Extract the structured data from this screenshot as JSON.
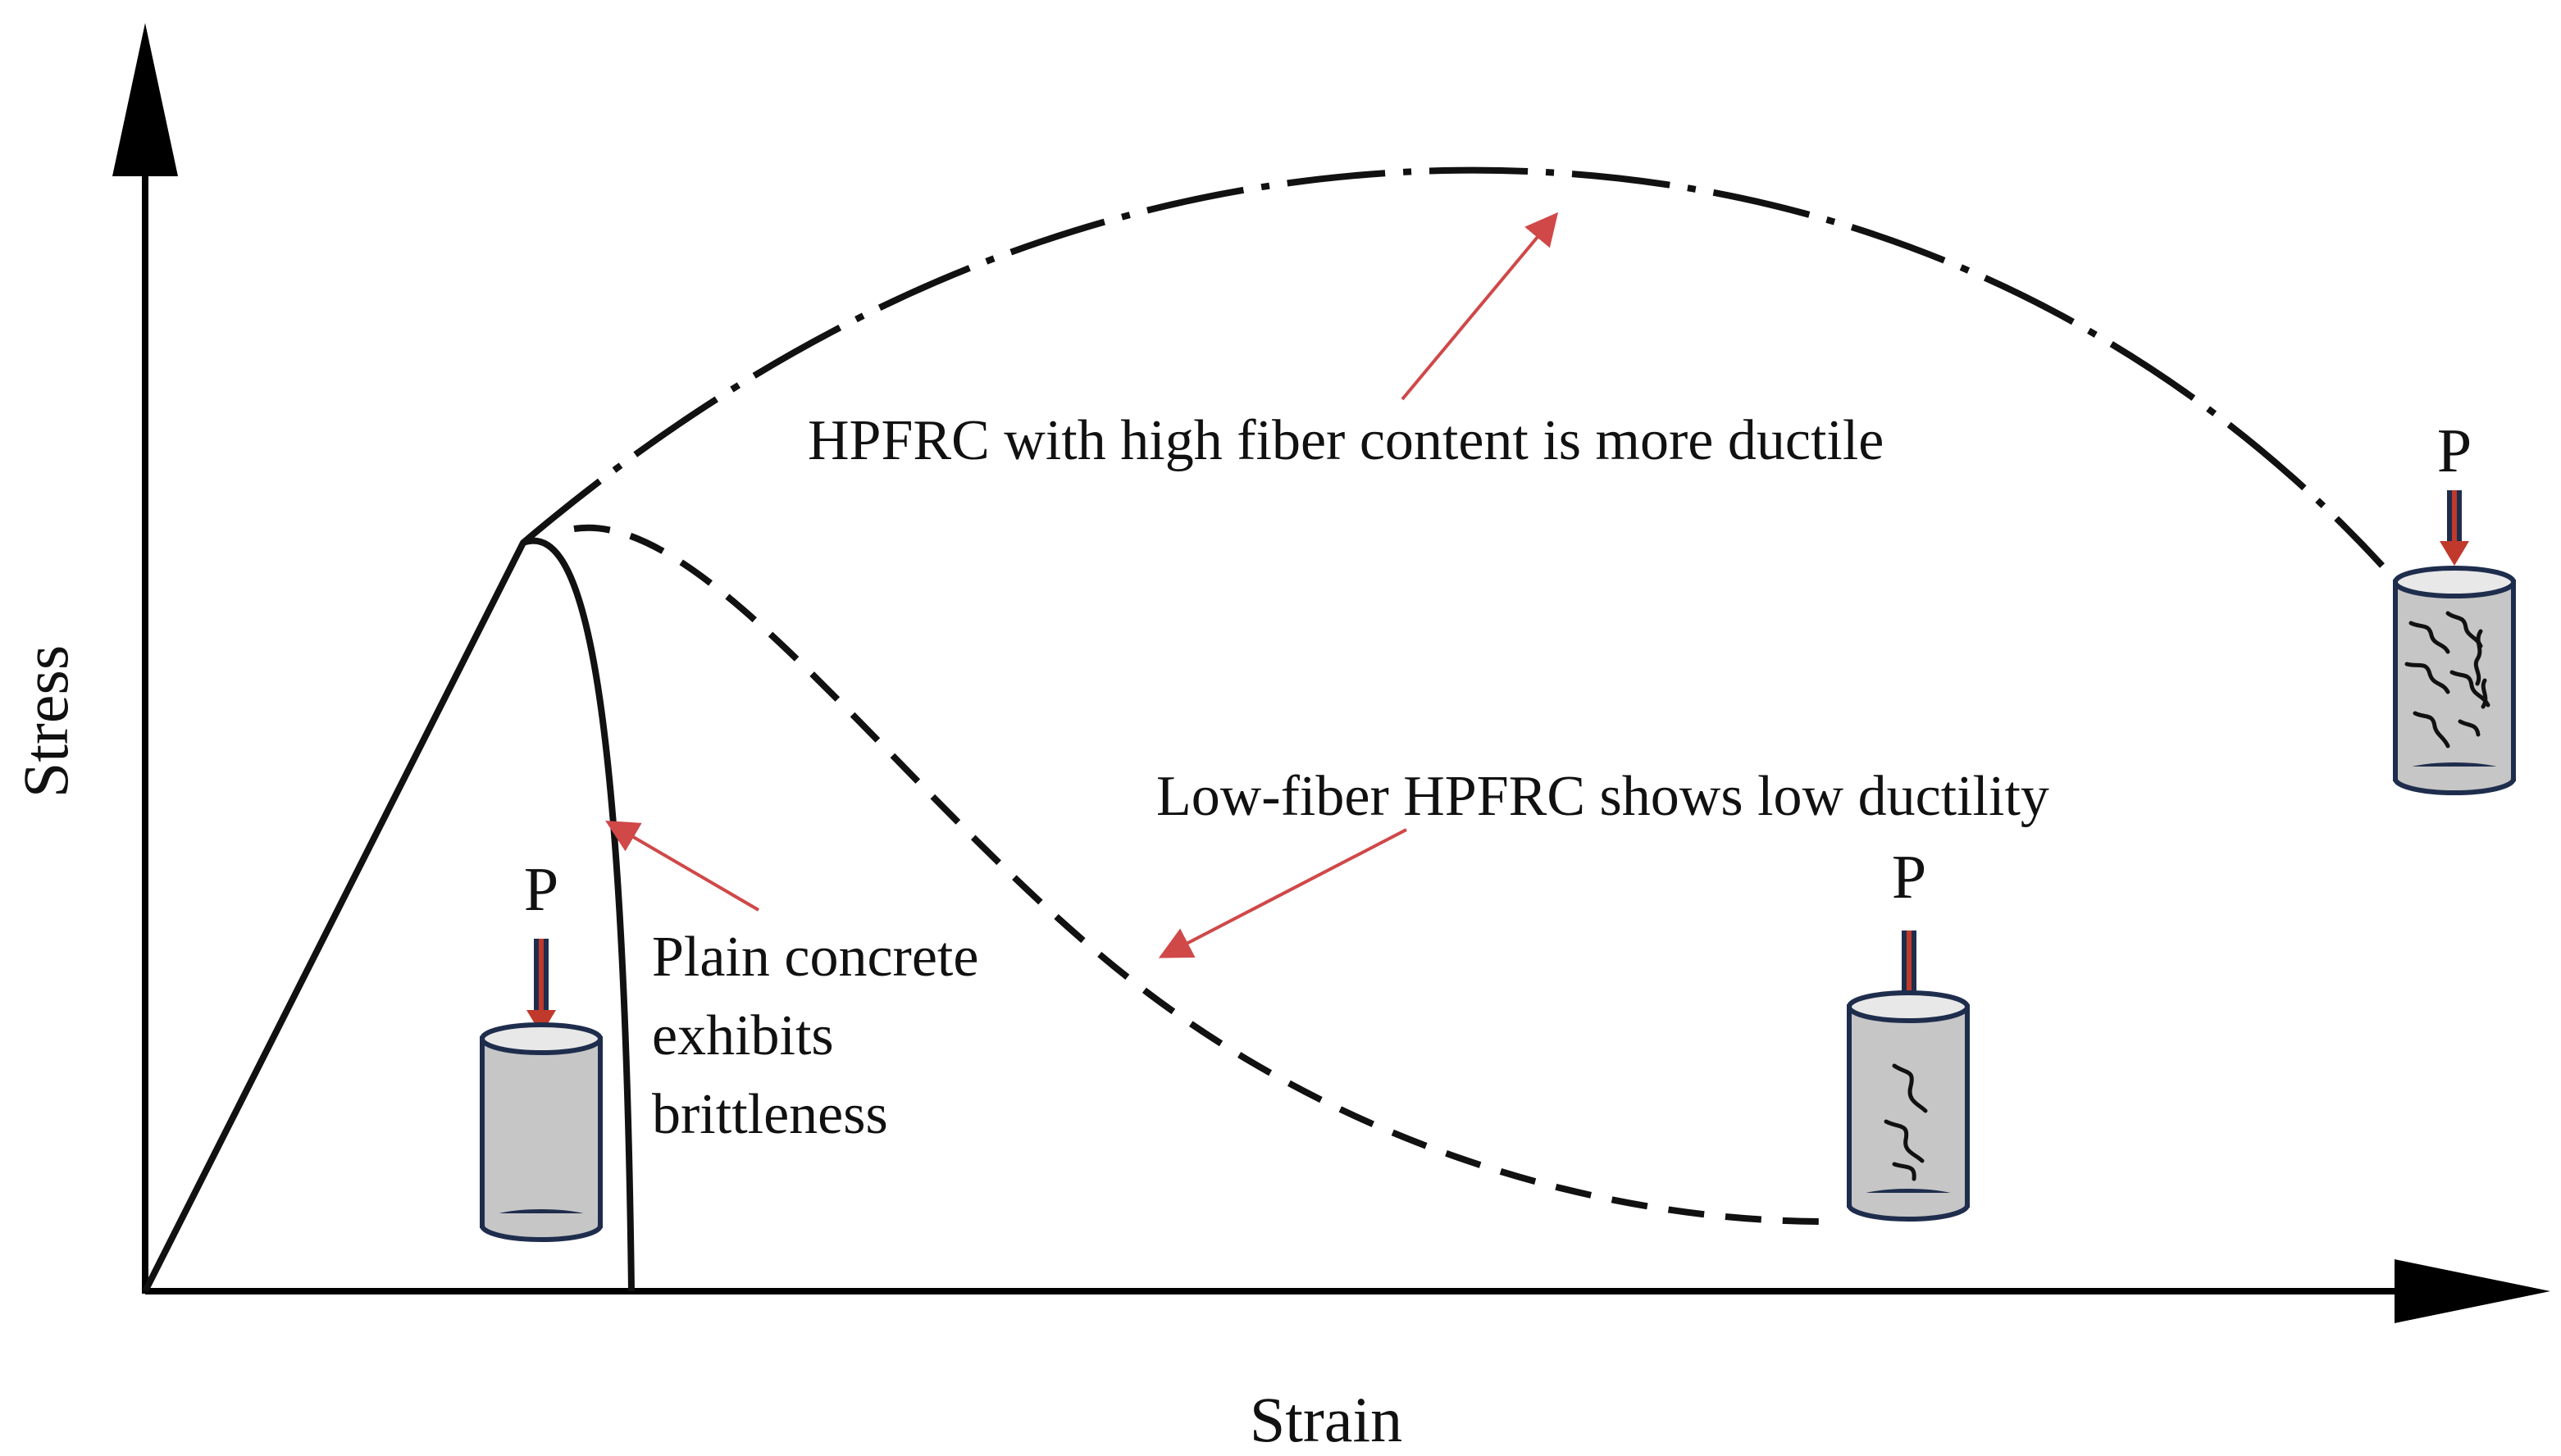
{
  "axes": {
    "y_label": "Stress",
    "x_label": "Strain"
  },
  "annotations": {
    "high_fiber": "HPFRC with high fiber content is more ductile",
    "low_fiber": "Low-fiber HPFRC shows low ductility",
    "plain_line1": "Plain concrete",
    "plain_line2": "exhibits",
    "plain_line3": "brittleness"
  },
  "specimens": {
    "load_label": "P"
  },
  "colors": {
    "curve": "#111111",
    "arrow": "#d04848",
    "load_arrow": "#c0392b",
    "specimen_fill": "#c6c6c6",
    "specimen_top": "#e8e8e8",
    "specimen_outline": "#1f2d4d"
  }
}
